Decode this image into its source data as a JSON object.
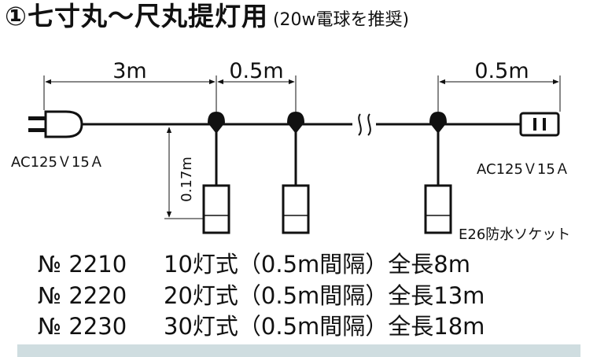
{
  "title": {
    "main": "①七寸丸〜尺丸提灯用",
    "sub": "(20w電球を推奨)"
  },
  "diagram": {
    "dim_plug_to_first": "3m",
    "dim_spacing": "0.5m",
    "dim_end_to_receptacle": "0.5m",
    "dim_drop": "0.17m",
    "plug_rating": "AC125Ｖ15Ａ",
    "receptacle_rating": "AC125Ｖ15Ａ",
    "socket_label": "E26防水ソケット",
    "break_symbol": "≈"
  },
  "products": [
    {
      "no": "№ 2210",
      "desc": "10灯式（0.5m間隔）全長8m"
    },
    {
      "no": "№ 2220",
      "desc": "20灯式（0.5m間隔）全長13m"
    },
    {
      "no": "№ 2230",
      "desc": "30灯式（0.5m間隔）全長18m"
    }
  ],
  "colors": {
    "line": "#111111",
    "band": "#cfdde0"
  }
}
